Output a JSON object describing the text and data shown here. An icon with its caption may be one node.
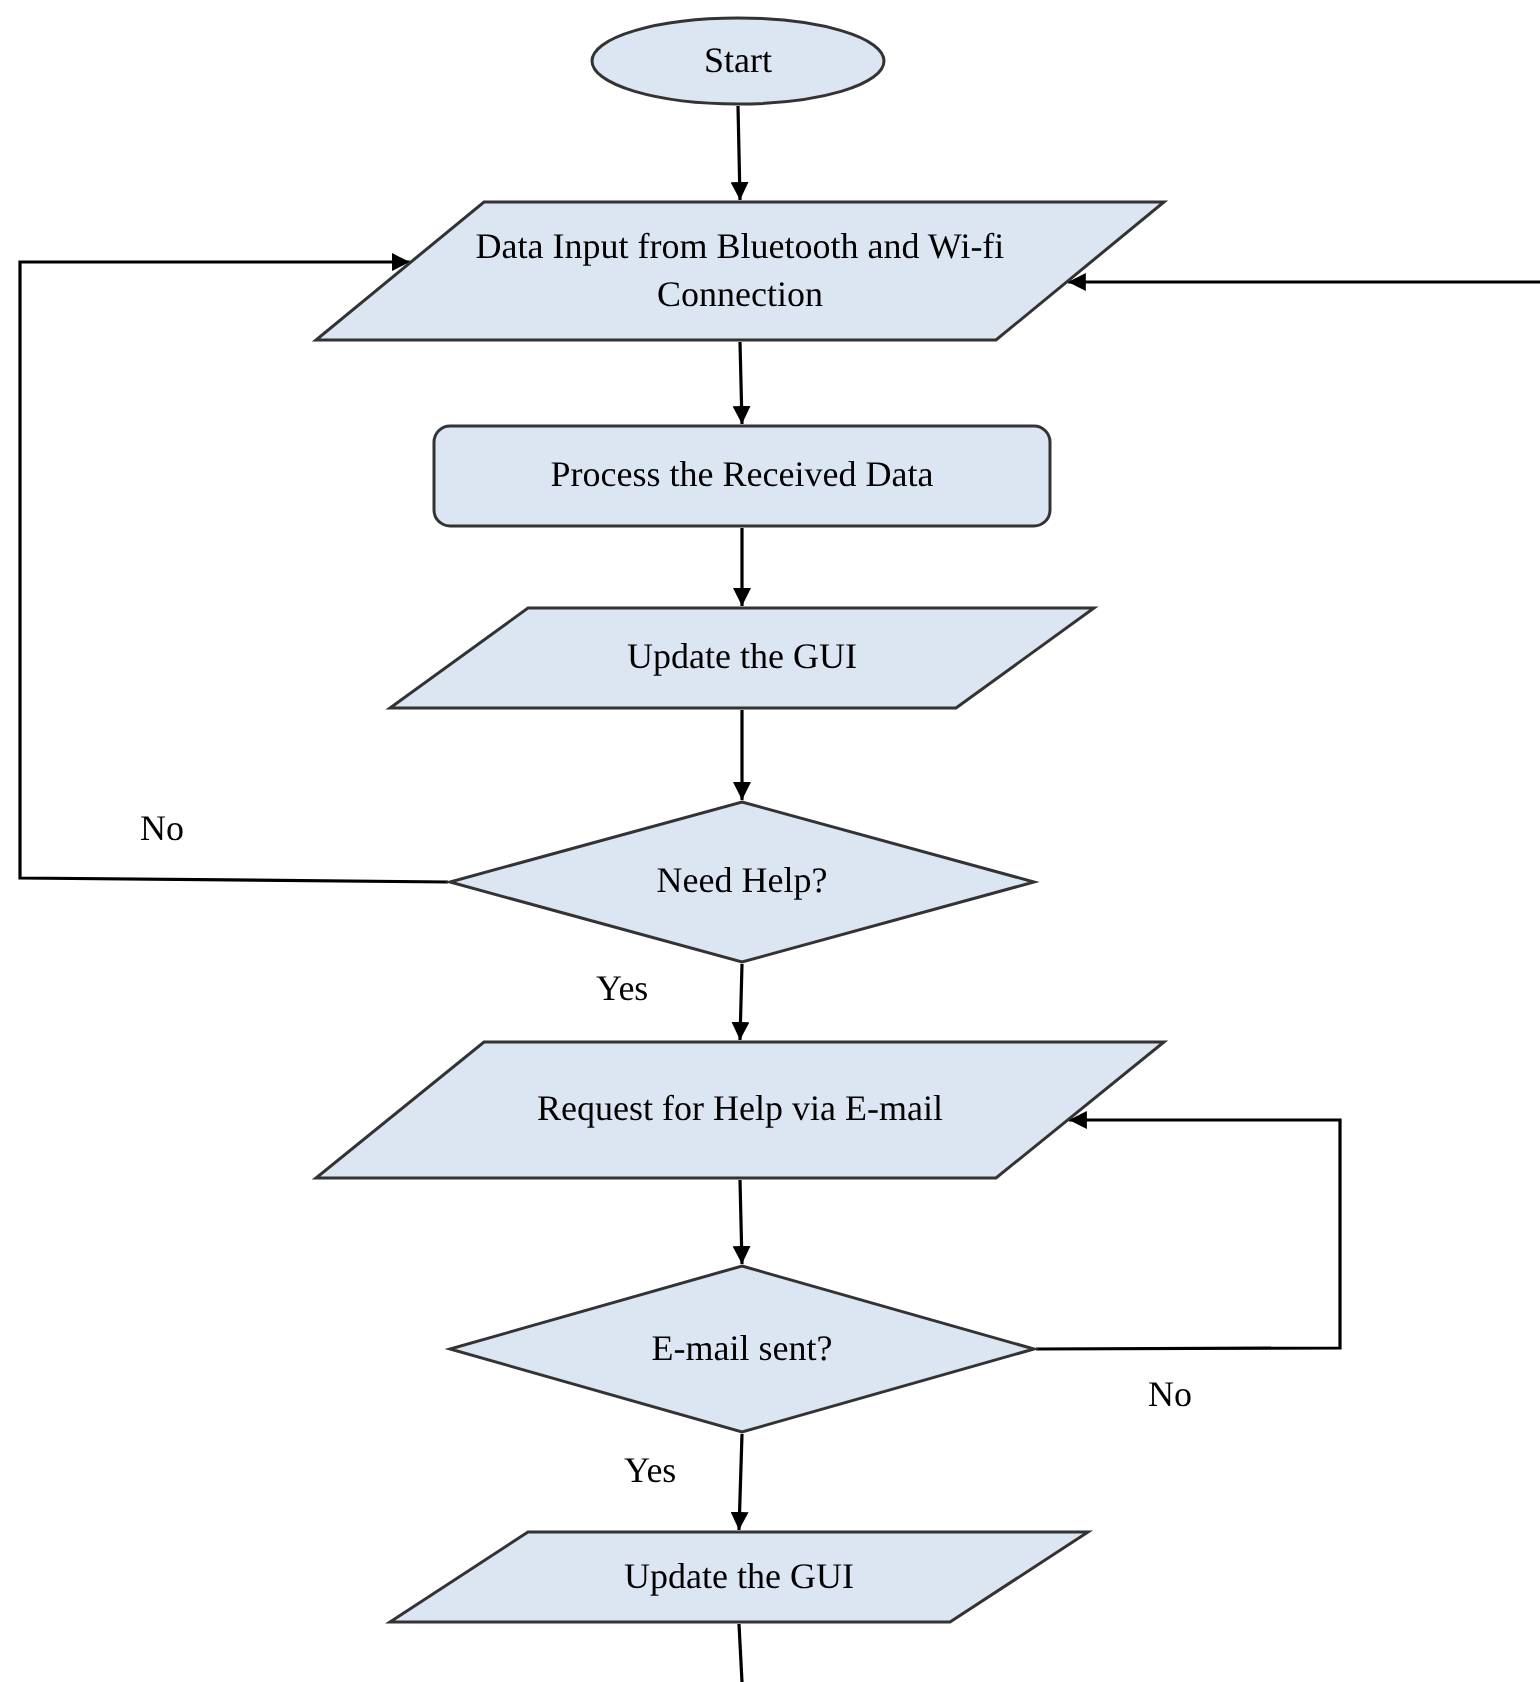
{
  "diagram": {
    "nodes": [
      {
        "text": [
          "Start"
        ]
      },
      {
        "text": [
          "Data Input from Bluetooth and Wi-fi Connection"
        ]
      },
      {
        "text": [
          "Process the Received Data"
        ]
      },
      {
        "text": [
          "Update the GUI"
        ]
      },
      {
        "text": [
          "Need Help?"
        ]
      },
      {
        "text": [
          "Request for Help via E-mail"
        ]
      },
      {
        "text": [
          "E-mail sent?"
        ]
      },
      {
        "text": [
          "Update the GUI"
        ]
      }
    ],
    "edges": [
      {
        "from": 0,
        "to": 1,
        "arrow": "to"
      },
      {
        "from": 1,
        "to": 2,
        "arrow": "to"
      },
      {
        "from": 2,
        "to": 3,
        "arrow": "to"
      },
      {
        "from": 3,
        "to": 4,
        "arrow": "to"
      },
      {
        "from": 4,
        "to": 1,
        "arrow": "to",
        "label": "No"
      },
      {
        "from": null,
        "to": 1,
        "arrow": "to"
      },
      {
        "from": 4,
        "to": 5,
        "arrow": "to",
        "label": "Yes"
      },
      {
        "from": 5,
        "to": 6,
        "arrow": "to"
      },
      {
        "from": 6,
        "to": 5,
        "arrow": "to",
        "label": "No"
      },
      {
        "from": 6,
        "to": 7,
        "arrow": "to",
        "label": "Yes"
      },
      {
        "from": 7,
        "to": null,
        "arrow": "none"
      }
    ]
  }
}
